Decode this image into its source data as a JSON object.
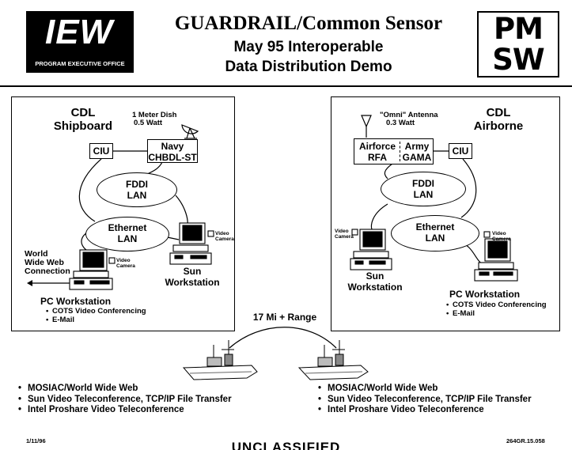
{
  "header": {
    "logo_text": "IEW",
    "logo_subtitle": "PROGRAM EXECUTIVE OFFICE",
    "title": "GUARDRAIL/Common Sensor",
    "subtitle_line1": "May 95 Interoperable",
    "subtitle_line2": "Data Distribution Demo",
    "pm_logo_top": "PM",
    "pm_logo_bottom": "SW"
  },
  "left_panel": {
    "title_line1": "CDL",
    "title_line2": "Shipboard",
    "antenna_line1": "1 Meter Dish",
    "antenna_line2": "0.5 Watt",
    "ciu": "CIU",
    "navy_line1": "Navy",
    "navy_line2": "CHBDL-ST",
    "fddi_line1": "FDDI",
    "fddi_line2": "LAN",
    "ethernet_line1": "Ethernet",
    "ethernet_line2": "LAN",
    "video_camera_line1": "Video",
    "video_camera_line2": "Camera",
    "sun_line1": "Sun",
    "sun_line2": "Workstation",
    "www_line1": "World",
    "www_line2": "Wide Web",
    "www_line3": "Connection",
    "pc_video_line1": "Video",
    "pc_video_line2": "Camera",
    "pc_title": "PC Workstation",
    "pc_bullets": [
      "COTS Video Conferencing",
      "E-Mail"
    ]
  },
  "right_panel": {
    "title_line1": "CDL",
    "title_line2": "Airborne",
    "antenna_line1": "\"Omni\" Antenna",
    "antenna_line2": "0.3 Watt",
    "airforce_line1": "Airforce",
    "airforce_line2": "RFA",
    "army_line1": "Army",
    "army_line2": "GAMA",
    "ciu": "CIU",
    "fddi_line1": "FDDI",
    "fddi_line2": "LAN",
    "ethernet_line1": "Ethernet",
    "ethernet_line2": "LAN",
    "sun_video_line1": "Video",
    "sun_video_line2": "Camera",
    "sun_line1": "Sun",
    "sun_line2": "Workstation",
    "pc_video_line1": "Video",
    "pc_video_line2": "Camera",
    "pc_title": "PC Workstation",
    "pc_bullets": [
      "COTS Video Conferencing",
      "E-Mail"
    ]
  },
  "range_label": "17 Mi + Range",
  "bottom_left_bullets": [
    "MOSIAC/World Wide Web",
    "Sun Video Teleconference, TCP/IP File Transfer",
    "Intel Proshare Video Teleconference"
  ],
  "bottom_right_bullets": [
    "MOSIAC/World Wide Web",
    "Sun Video Teleconference, TCP/IP File Transfer",
    "Intel Proshare Video Teleconference"
  ],
  "footer": {
    "date": "1/11/96",
    "classification": "UNCLASSIFIED",
    "doc_id": "264GR.15.058"
  }
}
